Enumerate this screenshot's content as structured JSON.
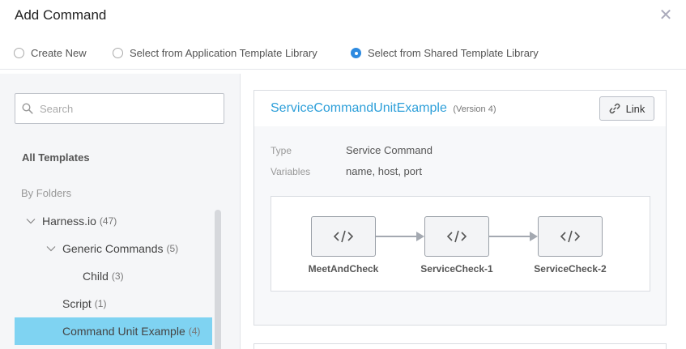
{
  "dialog": {
    "title": "Add Command"
  },
  "radio_options": [
    {
      "label": "Create New",
      "checked": false
    },
    {
      "label": "Select from Application Template Library",
      "checked": false
    },
    {
      "label": "Select from Shared Template Library",
      "checked": true
    }
  ],
  "sidebar": {
    "search_placeholder": "Search",
    "all_templates": "All Templates",
    "by_folders": "By Folders",
    "tree": [
      {
        "label": "Harness.io",
        "count": "(47)",
        "expanded": true
      },
      {
        "label": "Generic Commands",
        "count": "(5)",
        "expanded": true
      },
      {
        "label": "Child",
        "count": "(3)"
      },
      {
        "label": "Script",
        "count": "(1)"
      },
      {
        "label": "Command Unit Example",
        "count": "(4)",
        "selected": true
      }
    ]
  },
  "template": {
    "name": "ServiceCommandUnitExample",
    "version": "(Version 4)",
    "link_label": "Link",
    "type_label": "Type",
    "type_value": "Service Command",
    "variables_label": "Variables",
    "variables_value": "name, host, port",
    "steps": [
      {
        "label": "MeetAndCheck",
        "icon": "code-icon"
      },
      {
        "label": "ServiceCheck-1",
        "icon": "code-icon"
      },
      {
        "label": "ServiceCheck-2",
        "icon": "code-icon"
      }
    ]
  },
  "colors": {
    "accent": "#2d8ae0",
    "title_blue": "#2d9fd9",
    "selected_bg": "#7fd3f2"
  }
}
